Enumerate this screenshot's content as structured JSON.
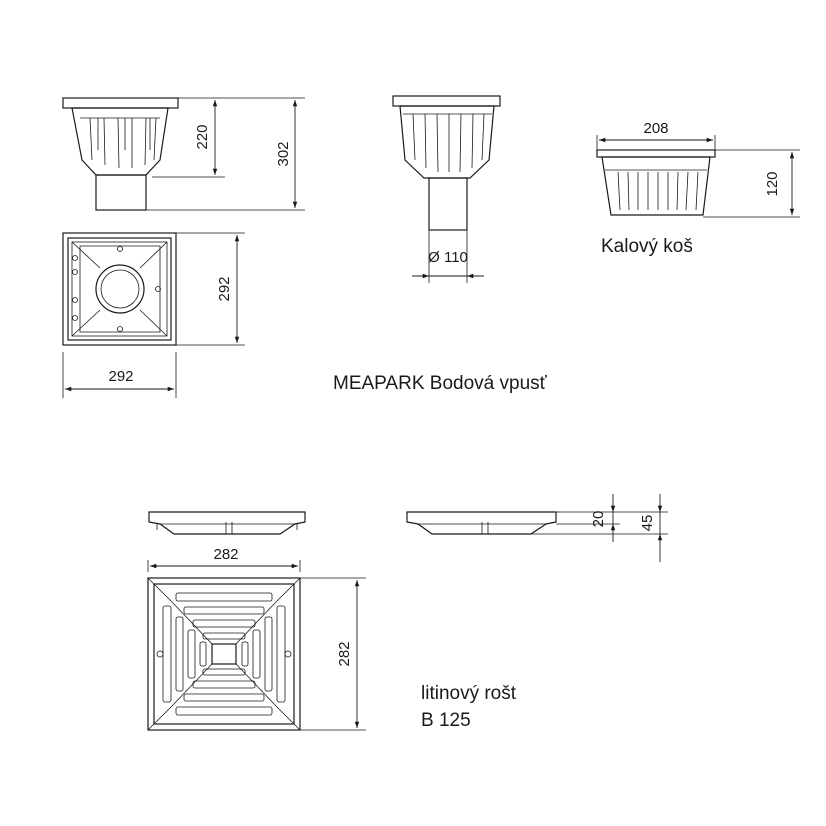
{
  "title": "MEAPARK Bodová vpusť",
  "inlet": {
    "dim_height_body": "220",
    "dim_height_total": "302",
    "dim_plan_height": "292",
    "dim_plan_width": "292",
    "dim_outlet_diameter": "Ø 110"
  },
  "basket": {
    "label": "Kalový koš",
    "dim_width": "208",
    "dim_height": "120"
  },
  "grate": {
    "label_line1": "litinový rošt",
    "label_line2": "B 125",
    "dim_plan_width": "282",
    "dim_plan_height": "282",
    "dim_thickness": "20",
    "dim_total_height": "45"
  },
  "colors": {
    "line": "#1a1a1a",
    "background": "#ffffff"
  }
}
